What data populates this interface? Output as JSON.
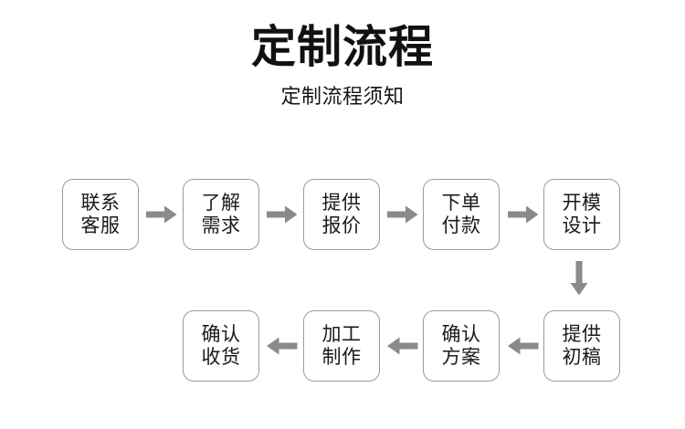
{
  "header": {
    "title": "定制流程",
    "subtitle": "定制流程须知"
  },
  "colors": {
    "background": "#ffffff",
    "title_text": "#111111",
    "node_text": "#1a1a1a",
    "node_border": "#9a9a9a",
    "arrow_fill": "#8a8a8a"
  },
  "flow": {
    "row1": [
      {
        "id": "contact-service",
        "line1": "联系",
        "line2": "客服",
        "label": "联系\n客服"
      },
      {
        "id": "understand-needs",
        "line1": "了解",
        "line2": "需求",
        "label": "了解\n需求"
      },
      {
        "id": "provide-quote",
        "line1": "提供",
        "line2": "报价",
        "label": "提供\n报价"
      },
      {
        "id": "order-payment",
        "line1": "下单",
        "line2": "付款",
        "label": "下单\n付款"
      },
      {
        "id": "mold-design",
        "line1": "开模",
        "line2": "设计",
        "label": "开模\n设计"
      }
    ],
    "row2": [
      {
        "id": "confirm-receipt",
        "line1": "确认",
        "line2": "收货",
        "label": "确认\n收货"
      },
      {
        "id": "manufacturing",
        "line1": "加工",
        "line2": "制作",
        "label": "加工\n制作"
      },
      {
        "id": "confirm-plan",
        "line1": "确认",
        "line2": "方案",
        "label": "确认\n方案"
      },
      {
        "id": "provide-draft",
        "line1": "提供",
        "line2": "初稿",
        "label": "提供\n初稿"
      }
    ],
    "arrows": {
      "row1_direction": "right",
      "row2_direction": "left",
      "connector_direction": "down",
      "row1_count": 4,
      "row2_count": 3,
      "connector_count": 1
    }
  }
}
